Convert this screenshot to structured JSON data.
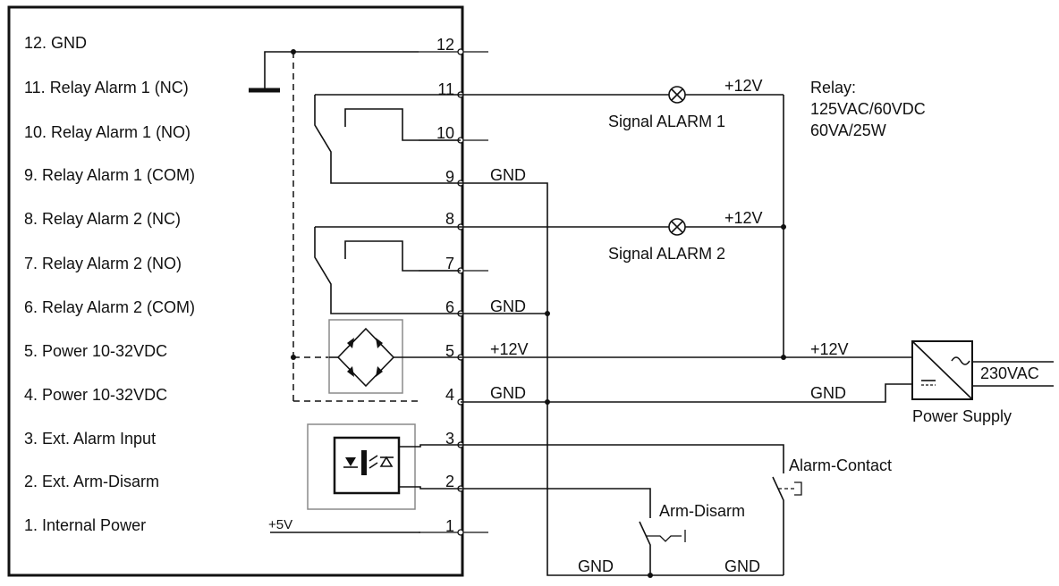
{
  "terminals": [
    {
      "num": "12",
      "label": "12. GND"
    },
    {
      "num": "11",
      "label": "11. Relay Alarm 1 (NC)"
    },
    {
      "num": "10",
      "label": "10. Relay Alarm 1 (NO)"
    },
    {
      "num": "9",
      "label": "9. Relay Alarm 1 (COM)"
    },
    {
      "num": "8",
      "label": "8. Relay Alarm 2 (NC)"
    },
    {
      "num": "7",
      "label": "7. Relay Alarm 2 (NO)"
    },
    {
      "num": "6",
      "label": "6. Relay Alarm 2 (COM)"
    },
    {
      "num": "5",
      "label": "5. Power 10-32VDC"
    },
    {
      "num": "4",
      "label": "4. Power 10-32VDC"
    },
    {
      "num": "3",
      "label": "3. Ext. Alarm Input"
    },
    {
      "num": "2",
      "label": "2. Ext. Arm-Disarm"
    },
    {
      "num": "1",
      "label": "1. Internal Power"
    }
  ],
  "labels": {
    "internal_5v": "+5V",
    "gnd": "GND",
    "plus12v": "+12V",
    "signal_alarm_1": "Signal ALARM 1",
    "signal_alarm_2": "Signal ALARM 2",
    "relay_title": "Relay:",
    "relay_rating_1": "125VAC/60VDC",
    "relay_rating_2": "60VA/25W",
    "mains": "230VAC",
    "power_supply": "Power Supply",
    "alarm_contact": "Alarm-Contact",
    "arm_disarm": "Arm-Disarm"
  }
}
